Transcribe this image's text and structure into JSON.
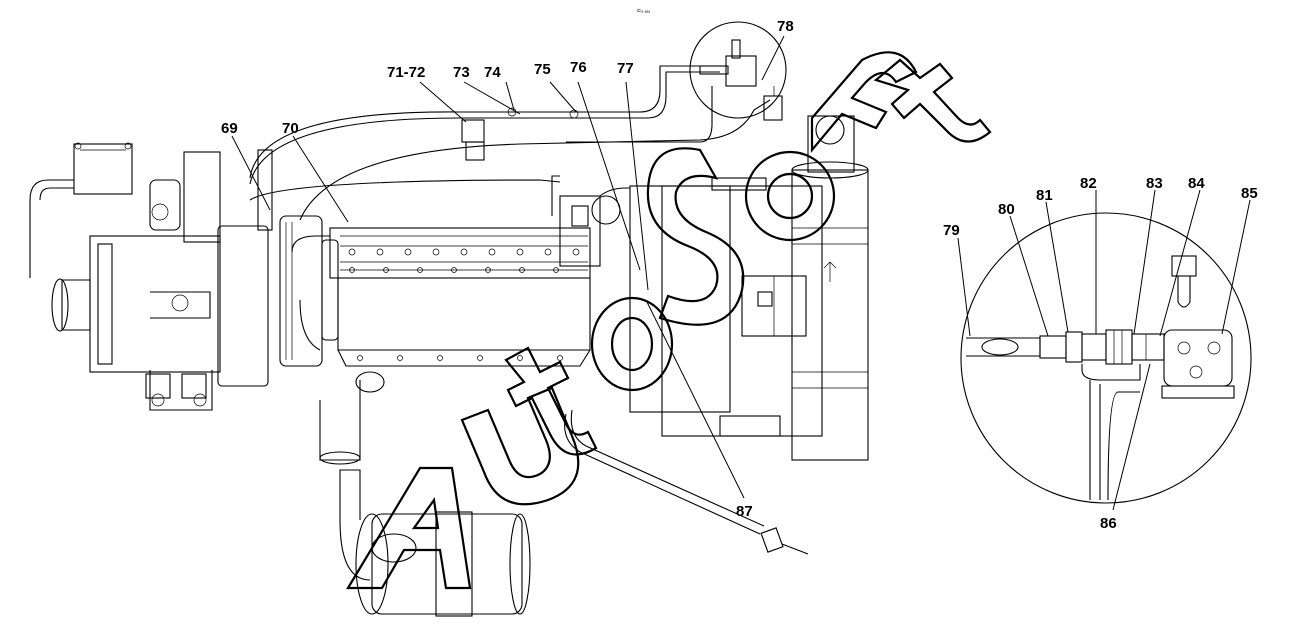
{
  "header": {
    "tiny_mark": "⊏ₐ ₐₐₐ"
  },
  "callouts": [
    "69",
    "70",
    "71-72",
    "73",
    "74",
    "75",
    "76",
    "77",
    "78",
    "79",
    "80",
    "81",
    "82",
    "83",
    "84",
    "85",
    "86",
    "87"
  ],
  "watermark": {
    "text": "AutoSoft",
    "style": "outlined-letters"
  }
}
